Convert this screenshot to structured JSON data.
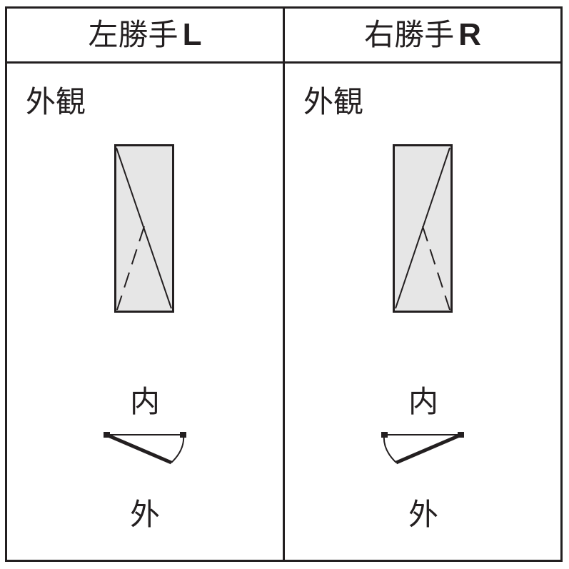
{
  "columns": [
    {
      "hand_label": "左勝手",
      "code": "L",
      "view_label": "外観",
      "inside_label": "内",
      "outside_label": "外"
    },
    {
      "hand_label": "右勝手",
      "code": "R",
      "view_label": "外観",
      "inside_label": "内",
      "outside_label": "外"
    }
  ],
  "colors": {
    "line": "#231f20",
    "glass": "#e6e6e6",
    "background": "#ffffff"
  }
}
